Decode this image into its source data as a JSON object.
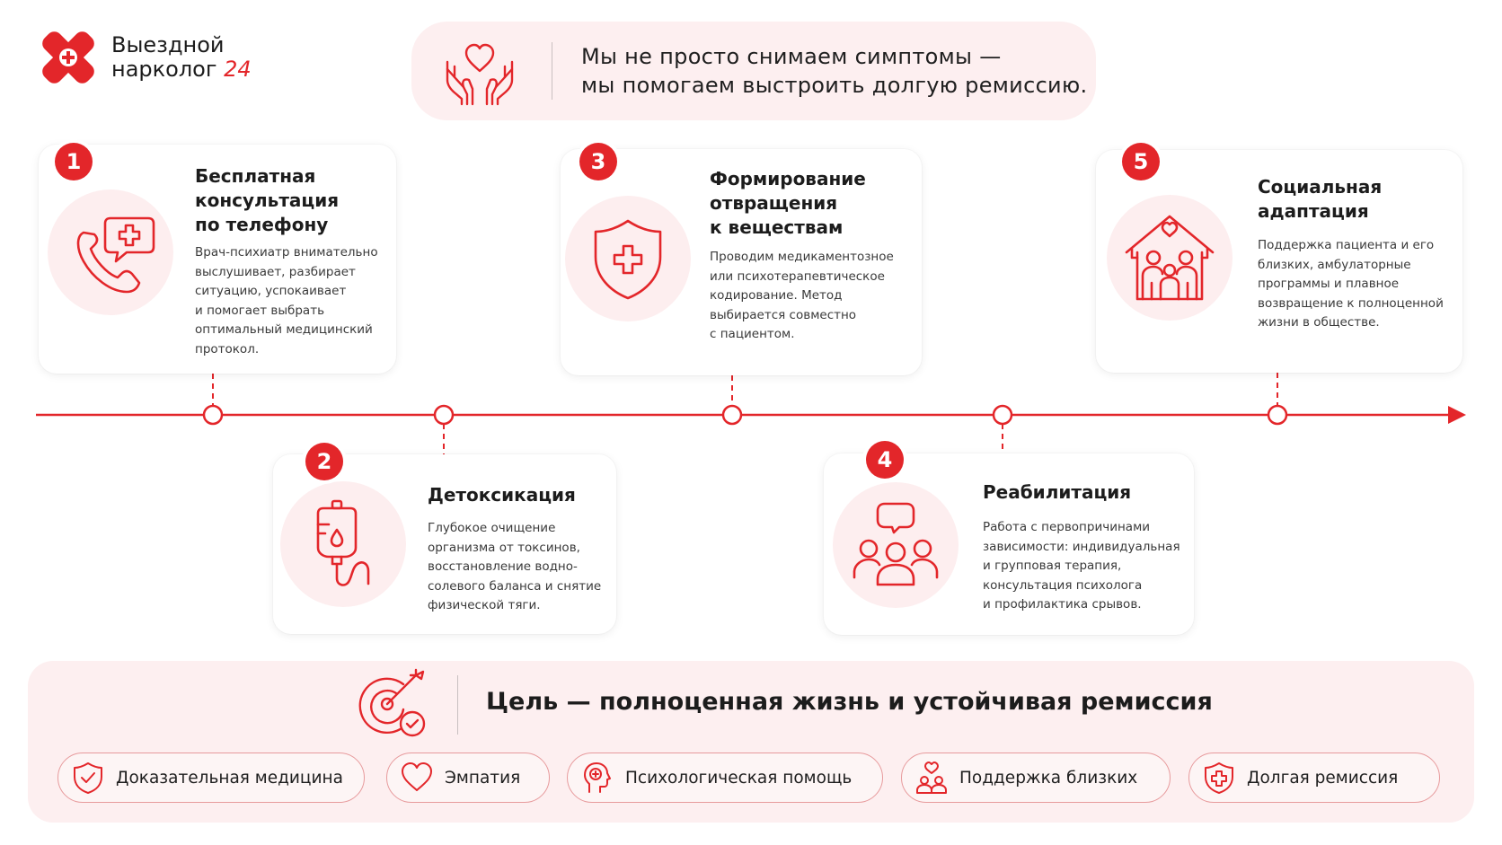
{
  "colors": {
    "accent": "#e3262a",
    "soft_bg": "#fdeff0",
    "icon_bg": "#fdeeef"
  },
  "logo": {
    "line1": "Выездной",
    "line2": "нарколог",
    "num": "24"
  },
  "header": {
    "line1": "Мы не просто снимаем симптомы —",
    "line2": "мы помогаем выстроить долгую ремиссию.",
    "icon": "heart-hands-icon"
  },
  "steps": [
    {
      "num": "1",
      "icon": "phone-medical-icon",
      "title": [
        "Бесплатная",
        "консультация",
        "по телефону"
      ],
      "text": [
        "Врач-психиатр внимательно",
        "выслушивает, разбирает",
        "ситуацию, успокаивает",
        "и помогает выбрать",
        "оптимальный медицинский",
        "протокол."
      ]
    },
    {
      "num": "2",
      "icon": "iv-drip-icon",
      "title": [
        "Детоксикация"
      ],
      "text": [
        "Глубокое очищение",
        "организма от токсинов,",
        "восстановление водно-",
        "солевого баланса и снятие",
        "физической тяги."
      ]
    },
    {
      "num": "3",
      "icon": "shield-cross-icon",
      "title": [
        "Формирование",
        "отвращения",
        "к веществам"
      ],
      "text": [
        "Проводим медикаментозное",
        "или психотерапевтическое",
        "кодирование. Метод",
        "выбирается совместно",
        "с пациентом."
      ]
    },
    {
      "num": "4",
      "icon": "group-chat-icon",
      "title": [
        "Реабилитация"
      ],
      "text": [
        "Работа с первопричинами",
        "зависимости: индивидуальная",
        "и групповая терапия,",
        "консультация психолога",
        "и профилактика срывов."
      ]
    },
    {
      "num": "5",
      "icon": "family-house-icon",
      "title": [
        "Социальная",
        "адаптация"
      ],
      "text": [
        "Поддержка пациента и его",
        "близких, амбулаторные",
        "программы и плавное",
        "возвращение к полноценной",
        "жизни в обществе."
      ]
    }
  ],
  "goal": {
    "title": "Цель — полноценная жизнь и устойчивая ремиссия",
    "icon": "target-check-icon",
    "tags": [
      {
        "label": "Доказательная медицина",
        "icon": "shield-check-icon"
      },
      {
        "label": "Эмпатия",
        "icon": "heart-icon"
      },
      {
        "label": "Психологическая помощь",
        "icon": "head-brain-icon"
      },
      {
        "label": "Поддержка близких",
        "icon": "people-heart-icon"
      },
      {
        "label": "Долгая ремиссия",
        "icon": "shield-plus-icon"
      }
    ]
  }
}
